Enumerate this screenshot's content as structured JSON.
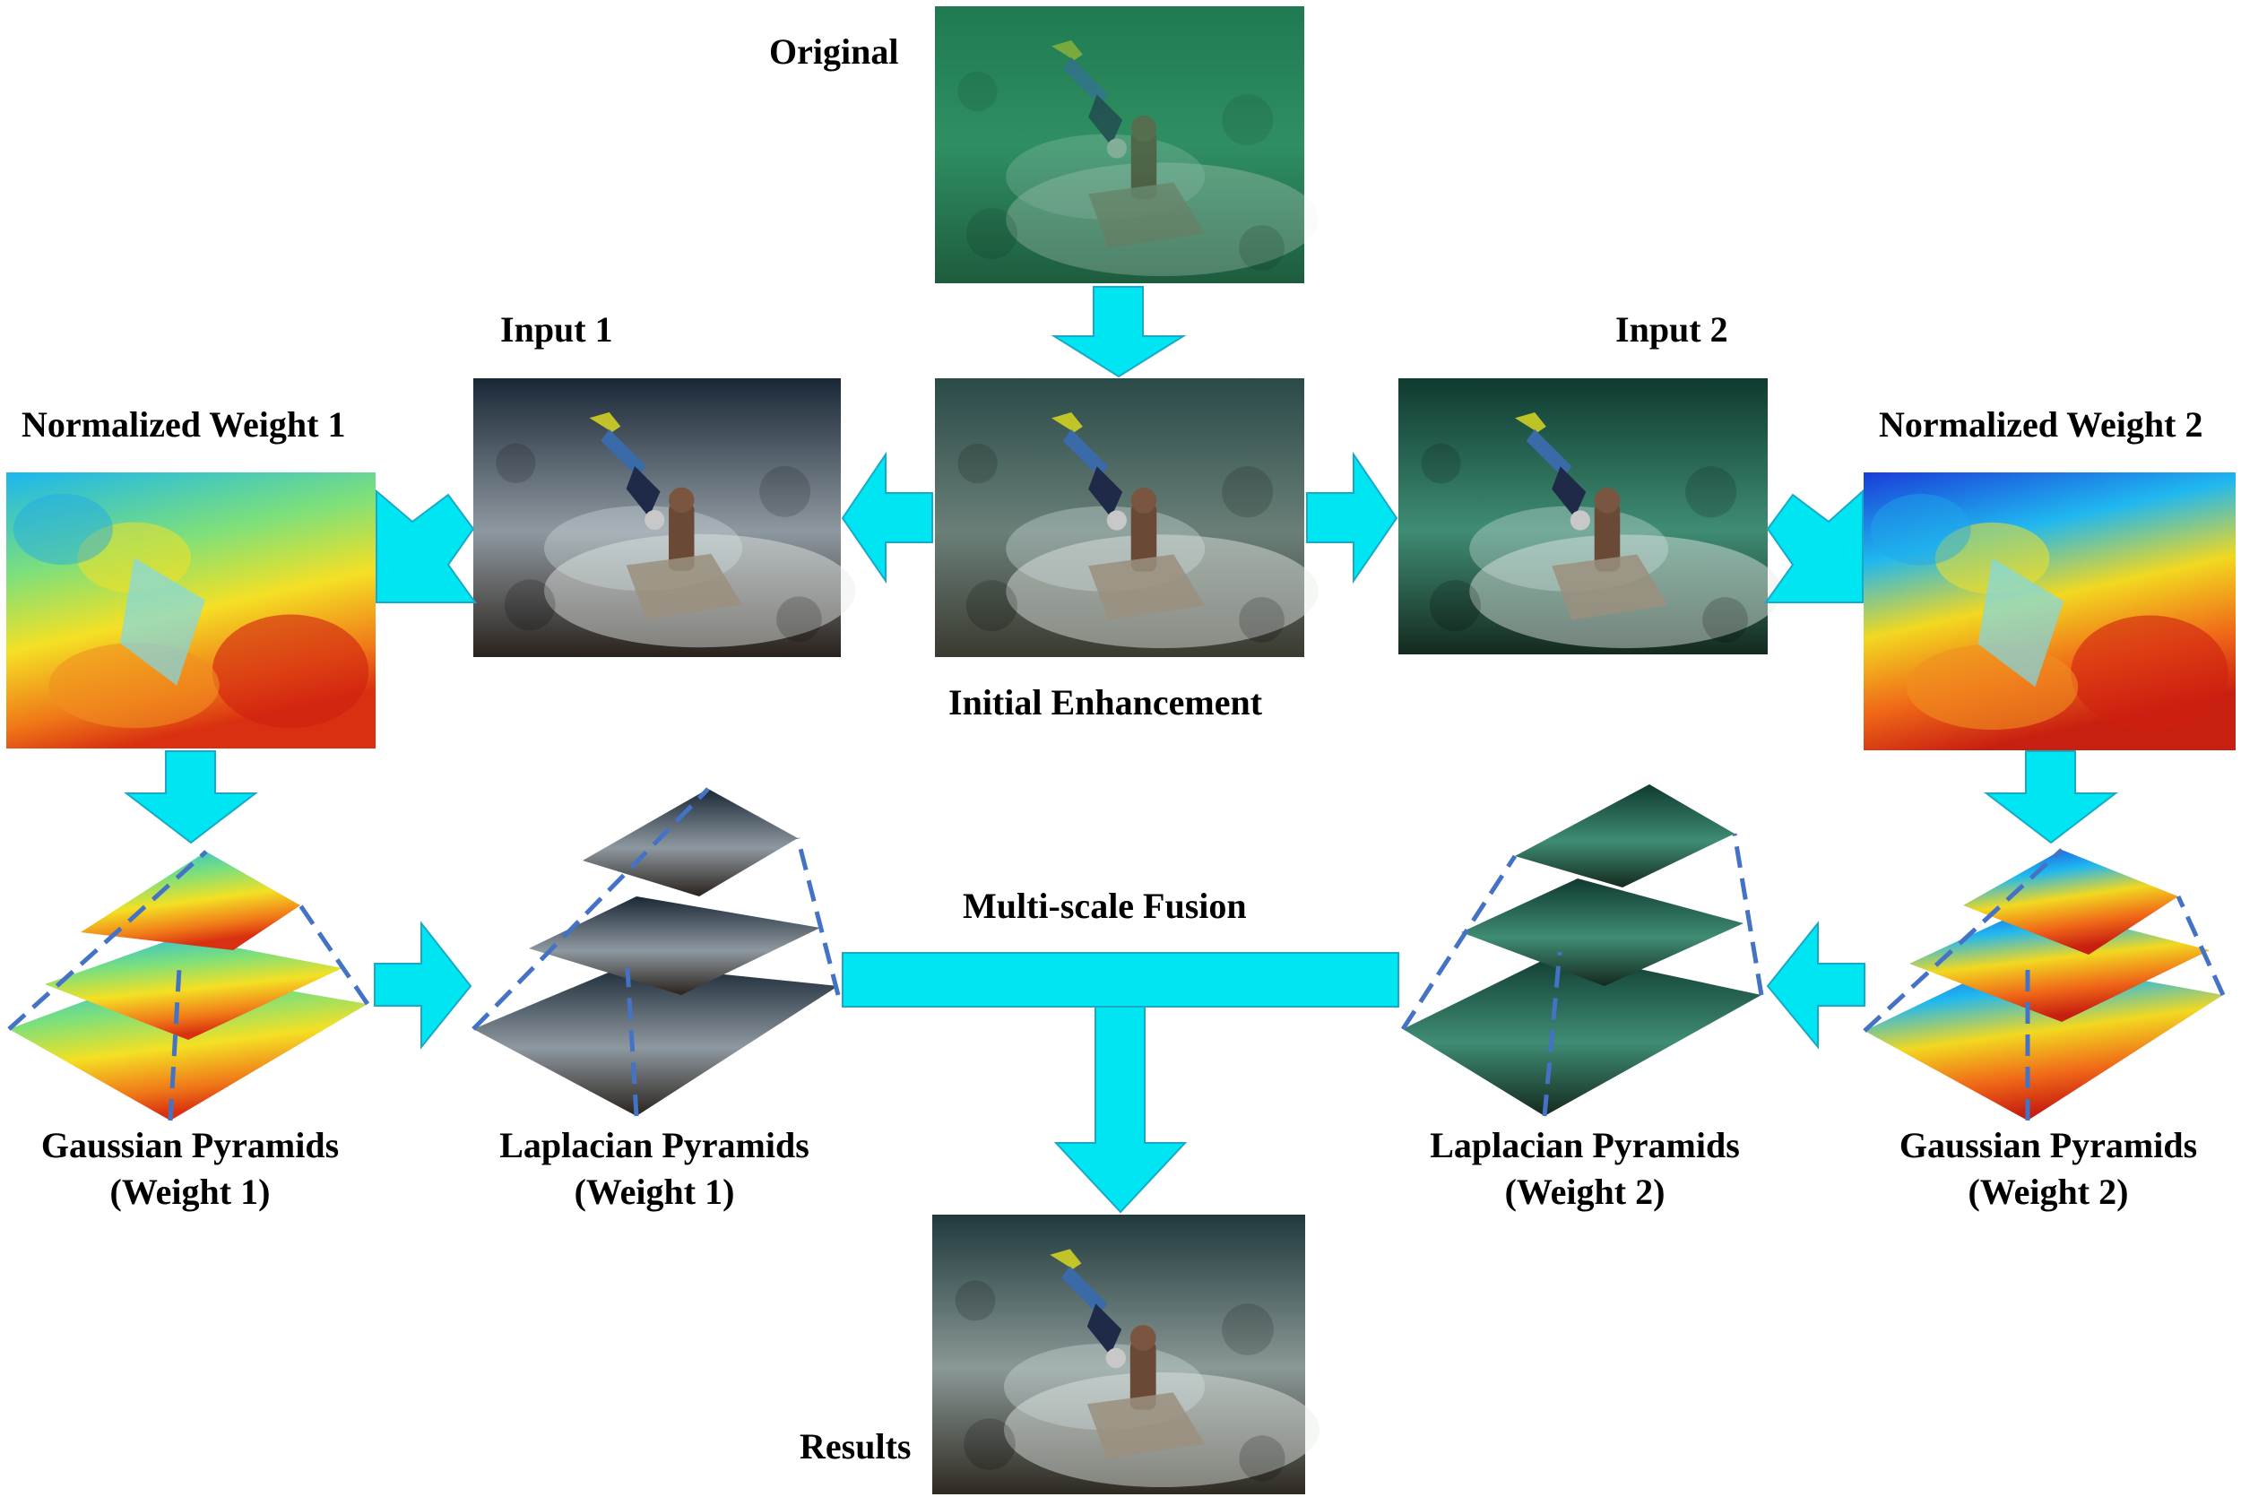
{
  "labels": {
    "original": "Original",
    "input1": "Input 1",
    "input2": "Input 2",
    "normalized_weight_1": "Normalized Weight 1",
    "normalized_weight_2": "Normalized Weight 2",
    "initial_enhancement": "Initial Enhancement",
    "multi_scale_fusion": "Multi-scale Fusion",
    "gaussian_1_line1": "Gaussian Pyramids",
    "gaussian_1_line2": "(Weight 1)",
    "laplacian_1_line1": "Laplacian Pyramids",
    "laplacian_1_line2": "(Weight 1)",
    "laplacian_2_line1": "Laplacian Pyramids",
    "laplacian_2_line2": "(Weight 2)",
    "gaussian_2_line1": "Gaussian Pyramids",
    "gaussian_2_line2": "(Weight 2)",
    "results": "Results"
  },
  "colors": {
    "arrow": "#00e5f2",
    "arrow_stroke": "#1aa8c8",
    "pyramid_dash": "#4472c4"
  }
}
